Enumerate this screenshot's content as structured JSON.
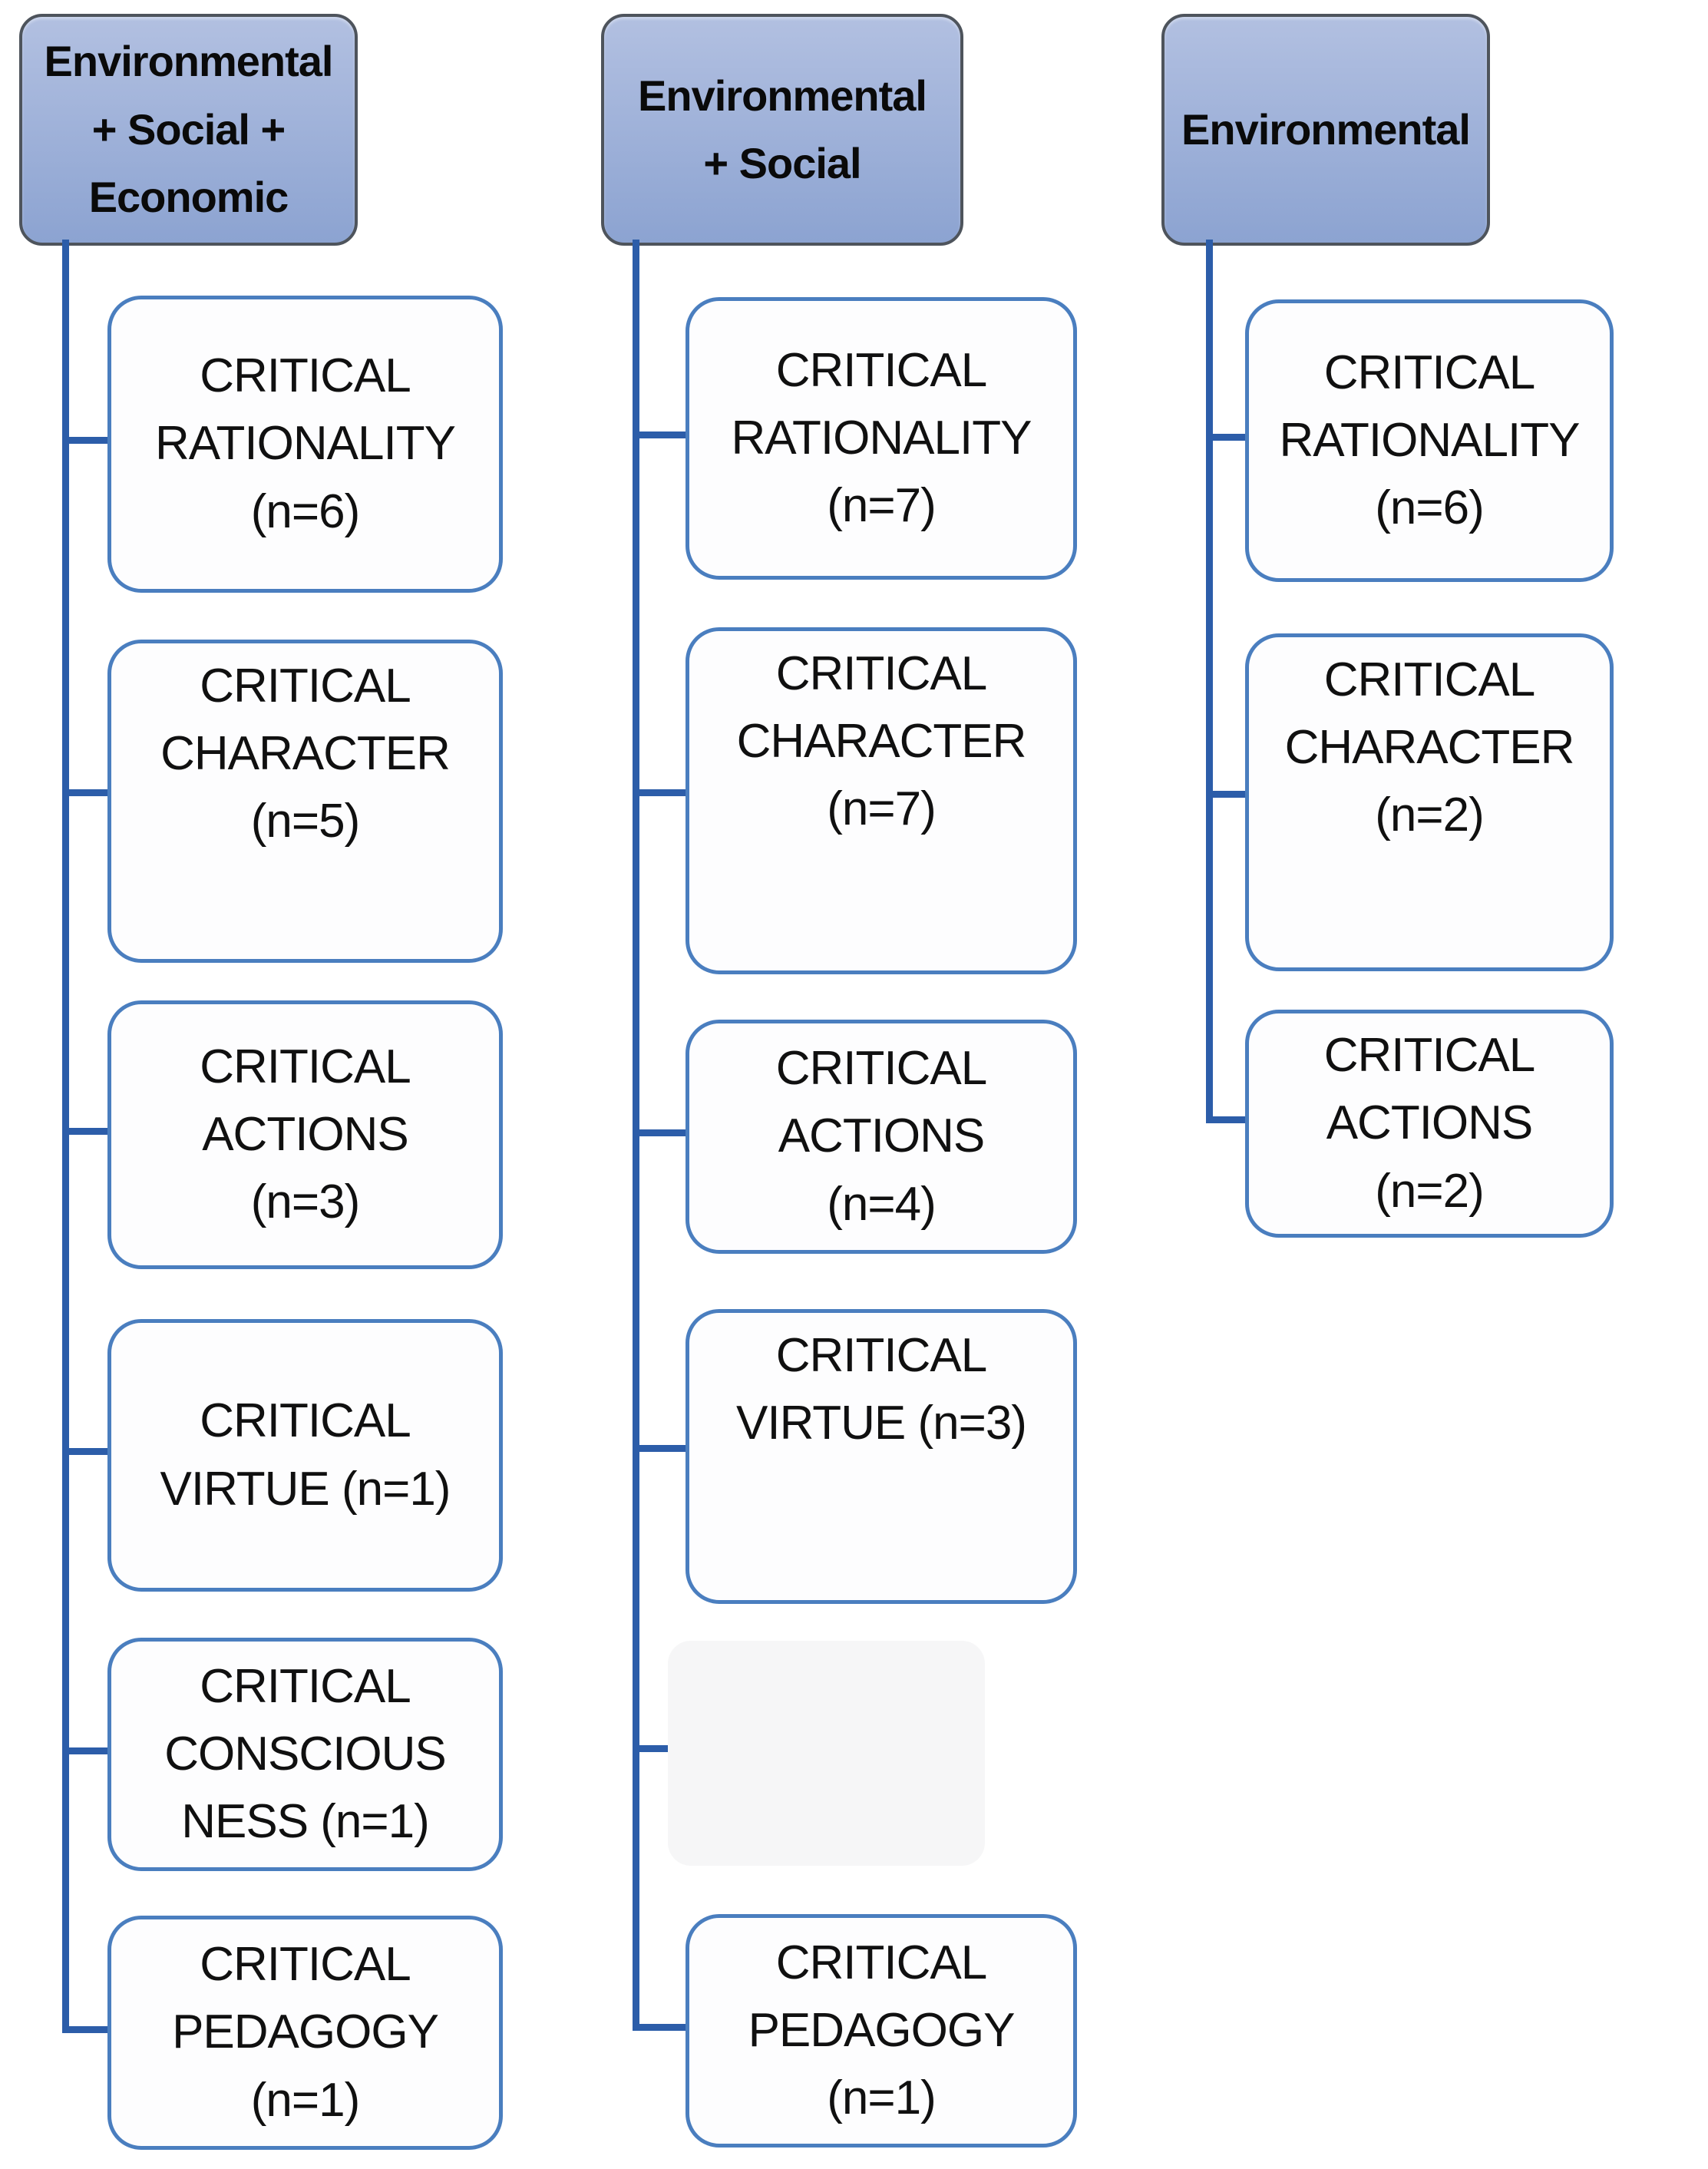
{
  "diagram": {
    "columns": [
      {
        "header": "Environmental\n+ Social +\nEconomic",
        "boxes": [
          {
            "label": "CRITICAL\nRATIONALITY\n(n=6)"
          },
          {
            "label": "CRITICAL\nCHARACTER\n(n=5)"
          },
          {
            "label": "CRITICAL\nACTIONS\n(n=3)"
          },
          {
            "label": "CRITICAL\nVIRTUE (n=1)"
          },
          {
            "label": "CRITICAL\nCONSCIOUS\nNESS (n=1)"
          },
          {
            "label": "CRITICAL\nPEDAGOGY\n(n=1)"
          }
        ]
      },
      {
        "header": "Environmental\n+ Social",
        "boxes": [
          {
            "label": "CRITICAL\nRATIONALITY\n(n=7)"
          },
          {
            "label": "CRITICAL\nCHARACTER\n(n=7)"
          },
          {
            "label": "CRITICAL\nACTIONS\n(n=4)"
          },
          {
            "label": "CRITICAL\nVIRTUE (n=3)"
          },
          {
            "label": ""
          },
          {
            "label": "CRITICAL\nPEDAGOGY\n(n=1)"
          }
        ]
      },
      {
        "header": "Environmental",
        "boxes": [
          {
            "label": "CRITICAL\nRATIONALITY\n(n=6)"
          },
          {
            "label": "CRITICAL\nCHARACTER\n(n=2)"
          },
          {
            "label": "CRITICAL\nACTIONS\n(n=2)"
          }
        ]
      }
    ],
    "colors": {
      "header_fill_top": "#b2c0e1",
      "header_fill_bottom": "#8ca3d1",
      "header_border": "#4e545c",
      "box_border": "#4a7ebf",
      "box_fill": "#fdfdfe",
      "connector": "#2c5da9",
      "text": "#101010"
    }
  }
}
